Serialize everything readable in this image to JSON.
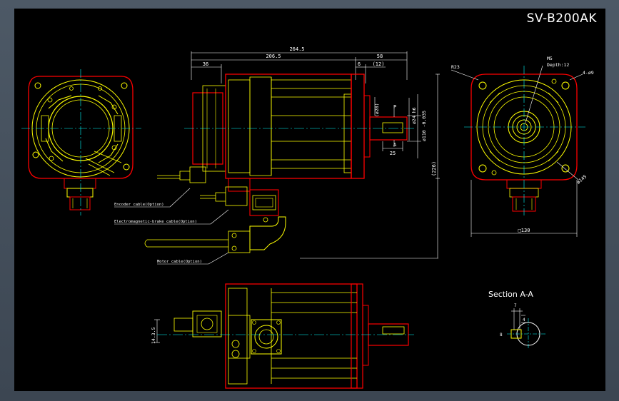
{
  "drawing": {
    "title": "SV-B200AK",
    "colors": {
      "outline": "#ff0000",
      "detail": "#ffff00",
      "dim": "#ffffff",
      "center": "#00ffff",
      "background": "#000000"
    }
  },
  "dimensions": {
    "overall_length": "264.5",
    "body_length": "206.5",
    "shaft_length": "58",
    "flange_left": "36",
    "flange_thick": "6",
    "shaft_step": "(12)",
    "key_dia": "(ø28)",
    "key_width": "25",
    "shaft_dia": "ø24 h6",
    "pilot_dia": "ø110 -0.035",
    "height": "(226)",
    "mark_p": "P",
    "mark_a": "A",
    "corner_radius": "R23",
    "thread": "M5",
    "thread_depth": "Depth:12",
    "holes": "4-ø9",
    "pcd": "ø145",
    "flange_width": "□130",
    "bottom_dim": "14.3.5"
  },
  "cables": {
    "encoder": "Encoder cable(Option)",
    "brake": "Electromagnetic-brake cable(Option)",
    "motor": "Motor cable(Option)"
  },
  "section": {
    "title": "Section A-A",
    "dim_top": "7",
    "dim_right": "4",
    "dim_left": "8"
  }
}
